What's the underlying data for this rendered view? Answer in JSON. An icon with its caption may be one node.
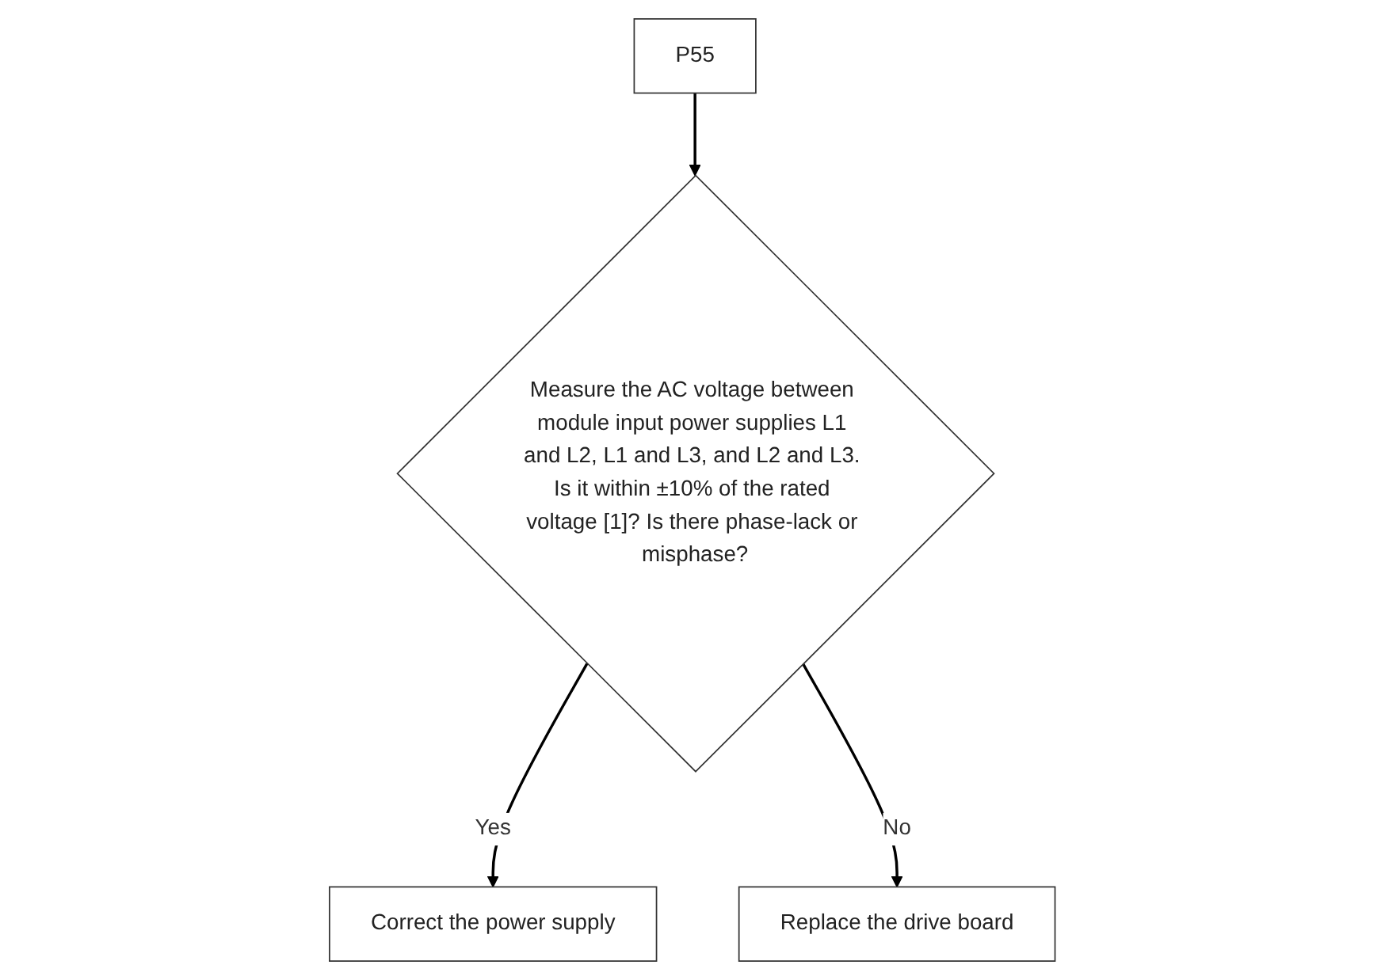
{
  "diagram": {
    "nodes": [
      {
        "text": [
          "P55"
        ]
      },
      {
        "text": [
          "Measure the AC voltage between module input power supplies L1 and L2, L1 and L3, and L2 and L3. Is it within ±10% of the rated voltage [1]? Is there phase-lack or misphase?"
        ]
      },
      {
        "text": [
          "Correct the power supply"
        ]
      },
      {
        "text": [
          "Replace the drive board"
        ]
      }
    ],
    "edges": [
      {
        "from": 0,
        "to": 1,
        "arrow": "to"
      },
      {
        "from": 1,
        "to": 2,
        "arrow": "to",
        "label": "Yes"
      },
      {
        "from": 1,
        "to": 3,
        "arrow": "to",
        "label": "No"
      }
    ]
  }
}
